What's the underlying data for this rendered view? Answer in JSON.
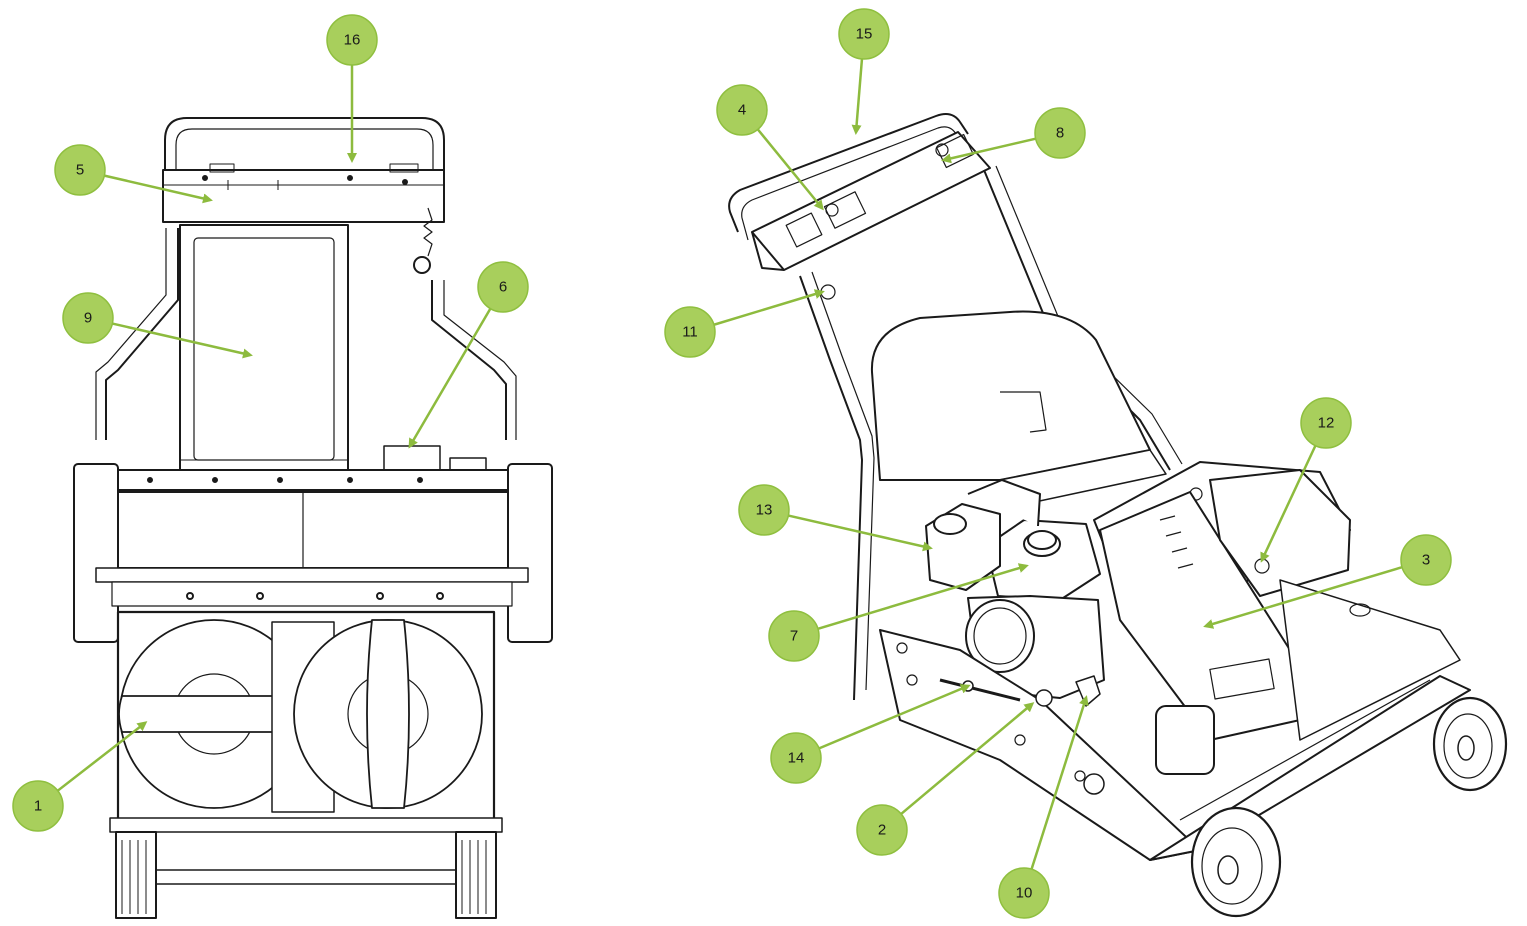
{
  "colors": {
    "callout_fill": "#A8CF5C",
    "callout_stroke": "#8FBF3F",
    "arrow": "#8DBB3E",
    "line_art": "#1a1a1a"
  },
  "views": {
    "front_view": {
      "callouts": [
        {
          "id": "c16",
          "label": "16"
        },
        {
          "id": "c5",
          "label": "5"
        },
        {
          "id": "c9",
          "label": "9"
        },
        {
          "id": "c6",
          "label": "6"
        },
        {
          "id": "c1",
          "label": "1"
        }
      ]
    },
    "perspective_view": {
      "callouts": [
        {
          "id": "c15",
          "label": "15"
        },
        {
          "id": "c4",
          "label": "4"
        },
        {
          "id": "c8",
          "label": "8"
        },
        {
          "id": "c11",
          "label": "11"
        },
        {
          "id": "c12",
          "label": "12"
        },
        {
          "id": "c13",
          "label": "13"
        },
        {
          "id": "c3",
          "label": "3"
        },
        {
          "id": "c7",
          "label": "7"
        },
        {
          "id": "c14",
          "label": "14"
        },
        {
          "id": "c2",
          "label": "2"
        },
        {
          "id": "c10",
          "label": "10"
        }
      ]
    }
  }
}
